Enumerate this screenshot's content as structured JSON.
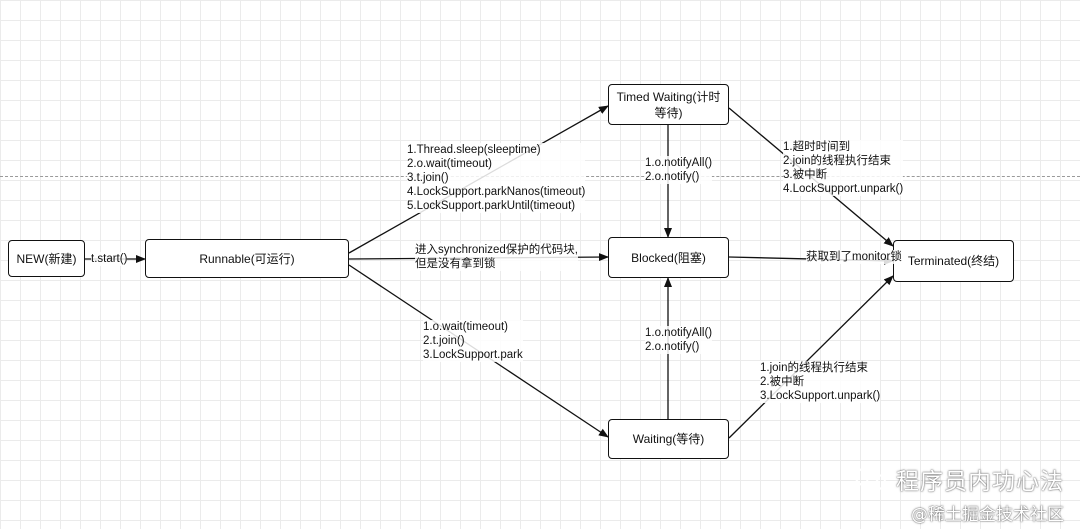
{
  "nodes": {
    "new": "NEW(新建)",
    "runnable": "Runnable(可运行)",
    "timed_waiting": "Timed Waiting(计时等待)",
    "blocked": "Blocked(阻塞)",
    "waiting": "Waiting(等待)",
    "terminated": "Terminated(终结)"
  },
  "edges": {
    "new_to_runnable": [
      "t.start()"
    ],
    "runnable_to_timed_waiting": [
      "1.Thread.sleep(sleeptime)",
      "2.o.wait(timeout)",
      "3.t.join()",
      "4.LockSupport.parkNanos(timeout)",
      "5.LockSupport.parkUntil(timeout)"
    ],
    "runnable_to_blocked": [
      "进入synchronized保护的代码块,",
      "但是没有拿到锁"
    ],
    "runnable_to_waiting": [
      "1.o.wait(timeout)",
      "2.t.join()",
      "3.LockSupport.park"
    ],
    "timed_waiting_to_blocked": [
      "1.o.notifyAll()",
      "2.o.notify()"
    ],
    "waiting_to_blocked": [
      "1.o.notifyAll()",
      "2.o.notify()"
    ],
    "timed_waiting_to_terminated": [
      "1.超时时间到",
      "2.join的线程执行结束",
      "3.被中断",
      "4.LockSupport.unpark()"
    ],
    "blocked_to_terminated": [
      "获取到了monitor锁"
    ],
    "waiting_to_terminated": [
      "1.join的线程执行结束",
      "2.被中断",
      "3.LockSupport.unpark()"
    ]
  },
  "watermark": {
    "icon": "wechat-icon",
    "title": "程序员内功心法",
    "subtitle": "@稀土掘金技术社区"
  }
}
